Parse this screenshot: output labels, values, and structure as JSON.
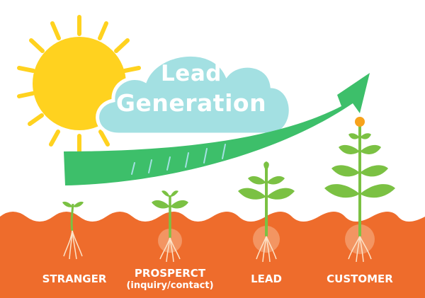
{
  "title": {
    "line1": "Lead",
    "line2": "Generation"
  },
  "stages": [
    {
      "label": "STRANGER",
      "note": ""
    },
    {
      "label": "PROSPERCT",
      "note": "(inquiry/contact)"
    },
    {
      "label": "LEAD",
      "note": ""
    },
    {
      "label": "CUSTOMER",
      "note": ""
    }
  ],
  "colors": {
    "sun": "#FFD21F",
    "sun_rays": "#FFD21F",
    "cloud": "#A3E0E2",
    "cloud_outline": "#FFFFFF",
    "arrow": "#3DBF6A",
    "soil": "#EE6C2C",
    "plant": "#7BC143",
    "flower": "#F7A21B",
    "roots": "#FCE3C8"
  }
}
